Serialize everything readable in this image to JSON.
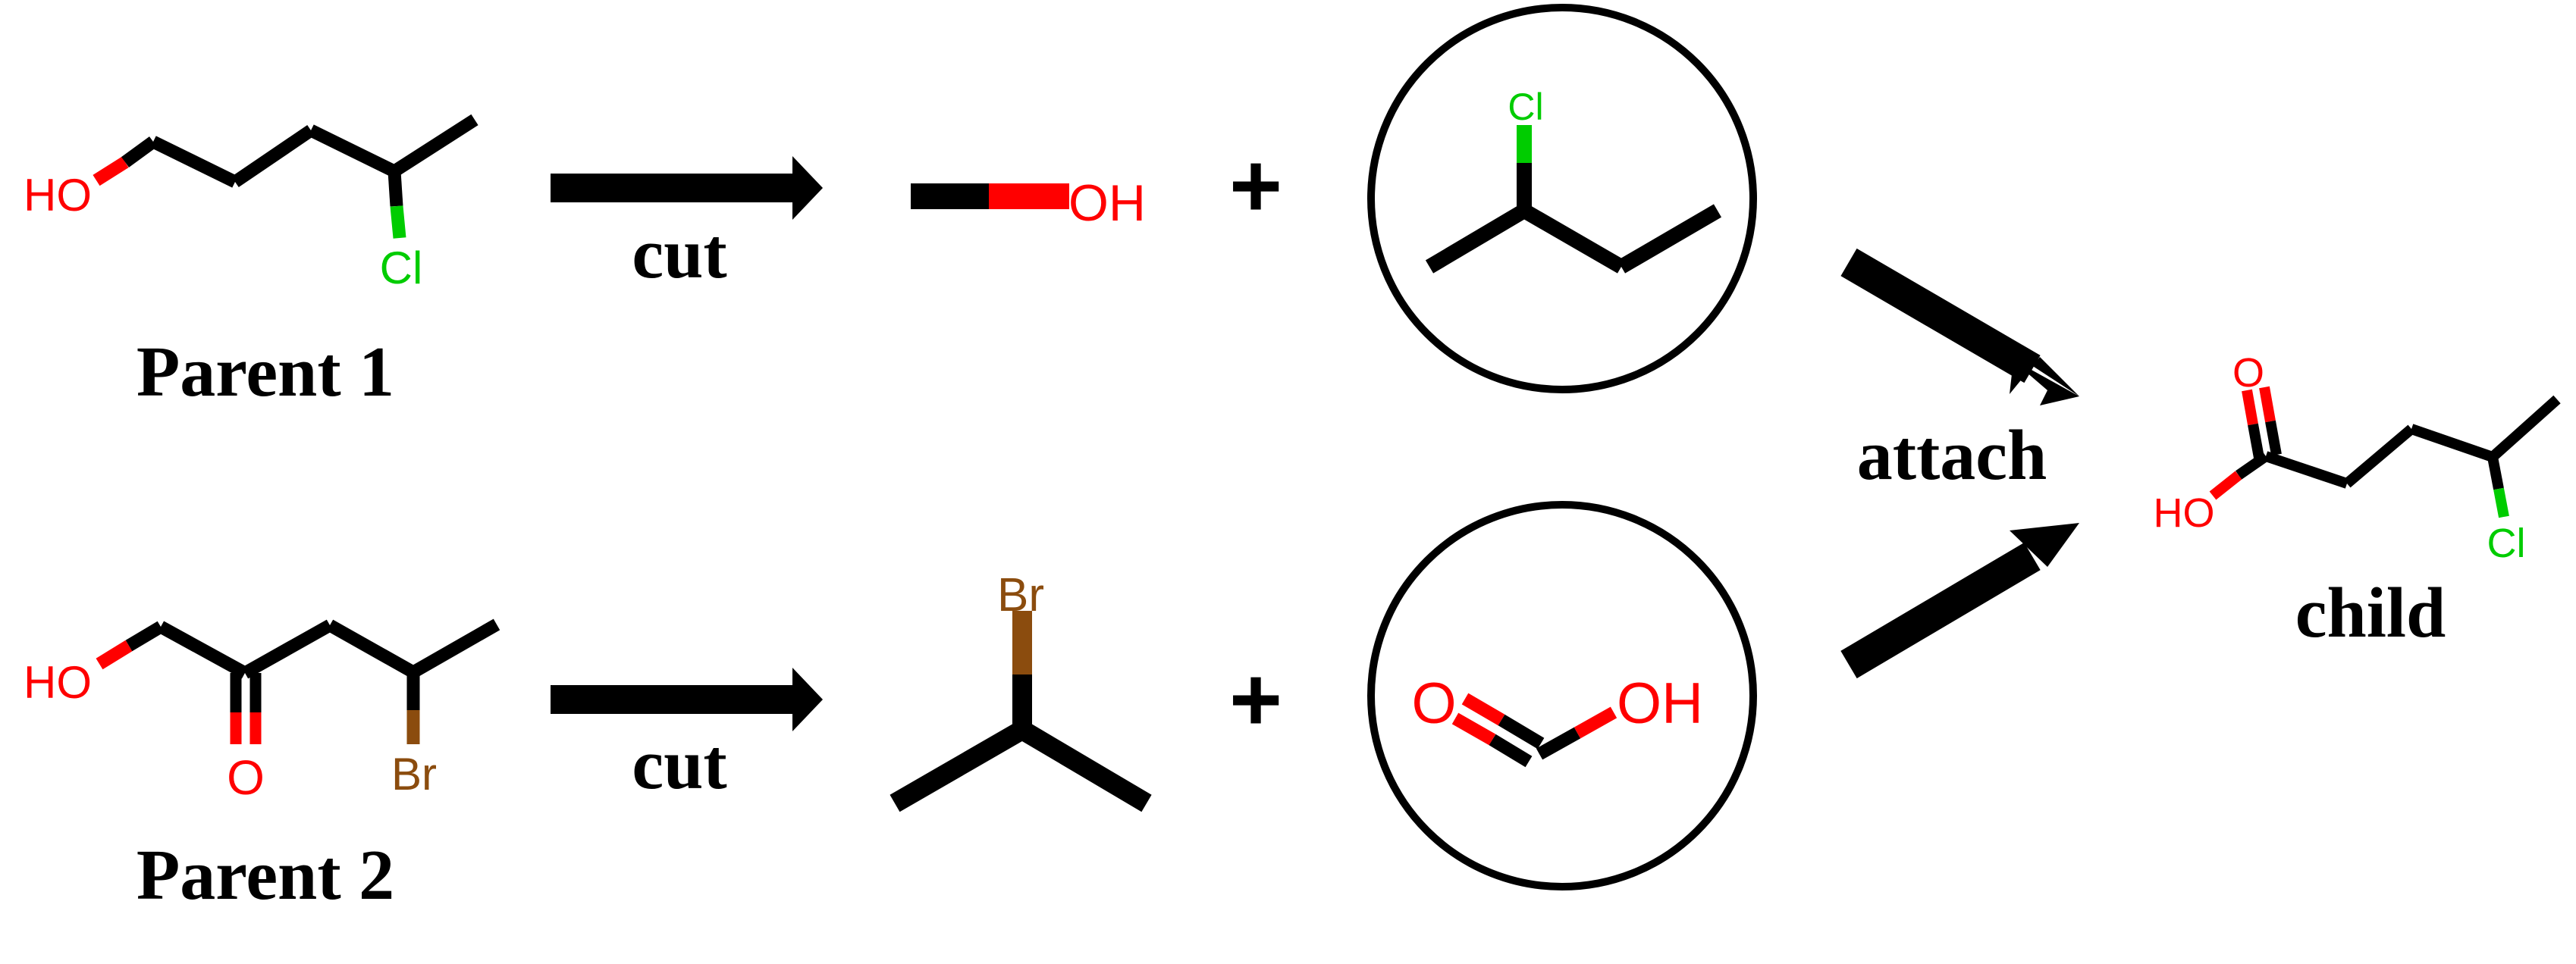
{
  "colors": {
    "bond": "#000000",
    "oxygen": "#ff0000",
    "chlorine": "#00cc00",
    "bromine": "#8b4c0e"
  },
  "labels": {
    "parent1": "Parent 1",
    "parent2": "Parent 2",
    "cut1": "cut",
    "cut2": "cut",
    "attach": "attach",
    "child": "child",
    "plus1": "+",
    "plus2": "+"
  },
  "atoms": {
    "p1_ho": "HO",
    "p1_cl": "Cl",
    "frag1_oh": "OH",
    "frag2_cl": "Cl",
    "p2_ho": "HO",
    "p2_o": "O",
    "p2_br": "Br",
    "frag3_br": "Br",
    "frag4_o": "O",
    "frag4_oh": "OH",
    "child_o": "O",
    "child_ho": "HO",
    "child_cl": "Cl"
  },
  "icons": {
    "arrow1": "right-arrow-icon",
    "arrow2": "right-arrow-icon",
    "arrow3": "diagonal-down-arrow-icon",
    "arrow4": "diagonal-up-arrow-icon"
  }
}
